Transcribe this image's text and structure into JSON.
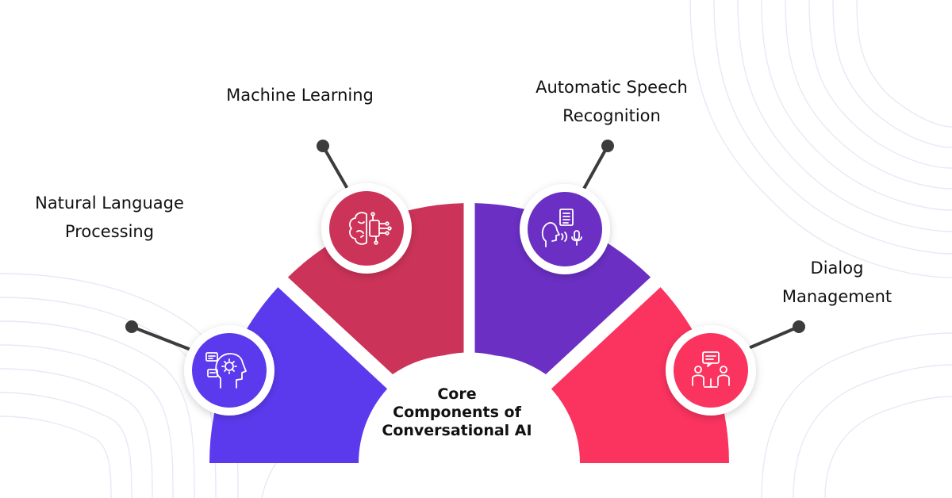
{
  "diagram": {
    "center_title": [
      "Core",
      "Components of",
      "Conversational AI"
    ],
    "components": [
      {
        "name": [
          "Natural Language",
          "Processing"
        ],
        "color": "#5B3AEE",
        "icon": "ai-head-gear-icon"
      },
      {
        "name": [
          "Machine Learning"
        ],
        "color": "#CC3358",
        "icon": "brain-circuit-icon"
      },
      {
        "name": [
          "Automatic Speech",
          "Recognition"
        ],
        "color": "#6B2FC4",
        "icon": "speech-microphone-icon"
      },
      {
        "name": [
          "Dialog",
          "Management"
        ],
        "color": "#FB335F",
        "icon": "conversation-people-icon"
      }
    ],
    "connector_color": "#3C3C3C"
  }
}
